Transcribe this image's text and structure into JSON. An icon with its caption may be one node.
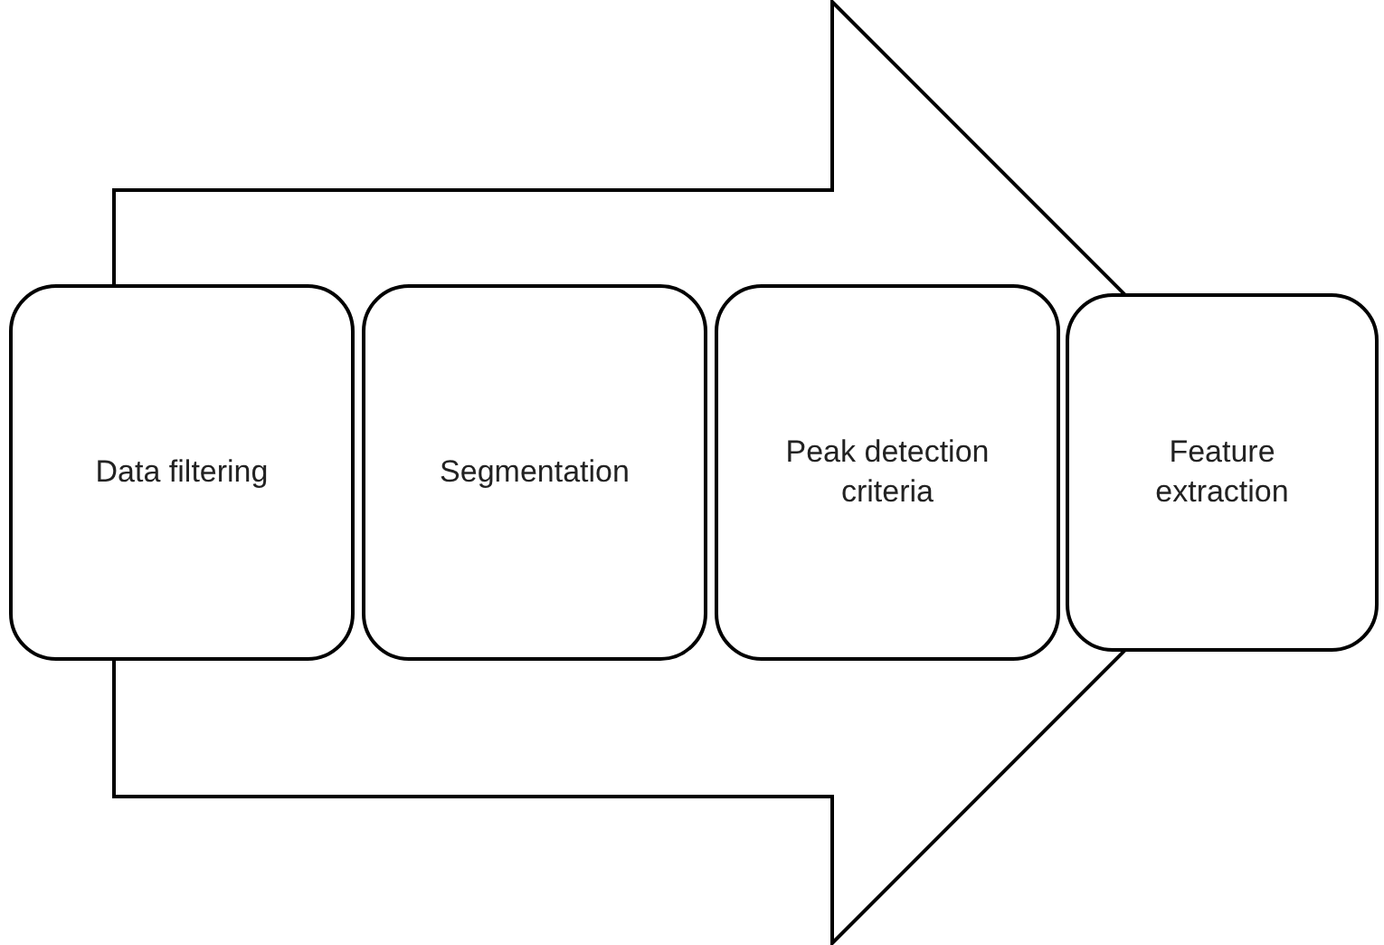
{
  "diagram": {
    "nodes": [
      {
        "text": [
          "Data filtering"
        ]
      },
      {
        "text": [
          "Segmentation"
        ]
      },
      {
        "text": [
          "Peak detection criteria"
        ]
      },
      {
        "text": [
          "Feature extraction"
        ]
      }
    ]
  }
}
